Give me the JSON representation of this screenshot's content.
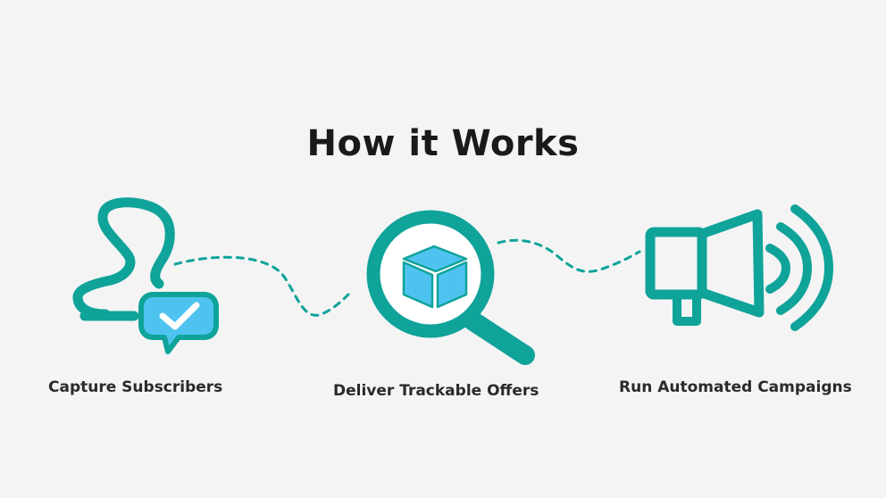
{
  "heading": {
    "title": "How it Works"
  },
  "steps": [
    {
      "label": "Capture Subscribers",
      "icon": "subscriber-check-icon"
    },
    {
      "label": "Deliver Trackable Offers",
      "icon": "magnifier-box-icon"
    },
    {
      "label": "Run Automated Campaigns",
      "icon": "megaphone-icon"
    }
  ],
  "colors": {
    "background": "#f4f4f4",
    "teal": "#0fa39a",
    "sky": "#4fc3f0",
    "text": "#1a1a1a"
  }
}
